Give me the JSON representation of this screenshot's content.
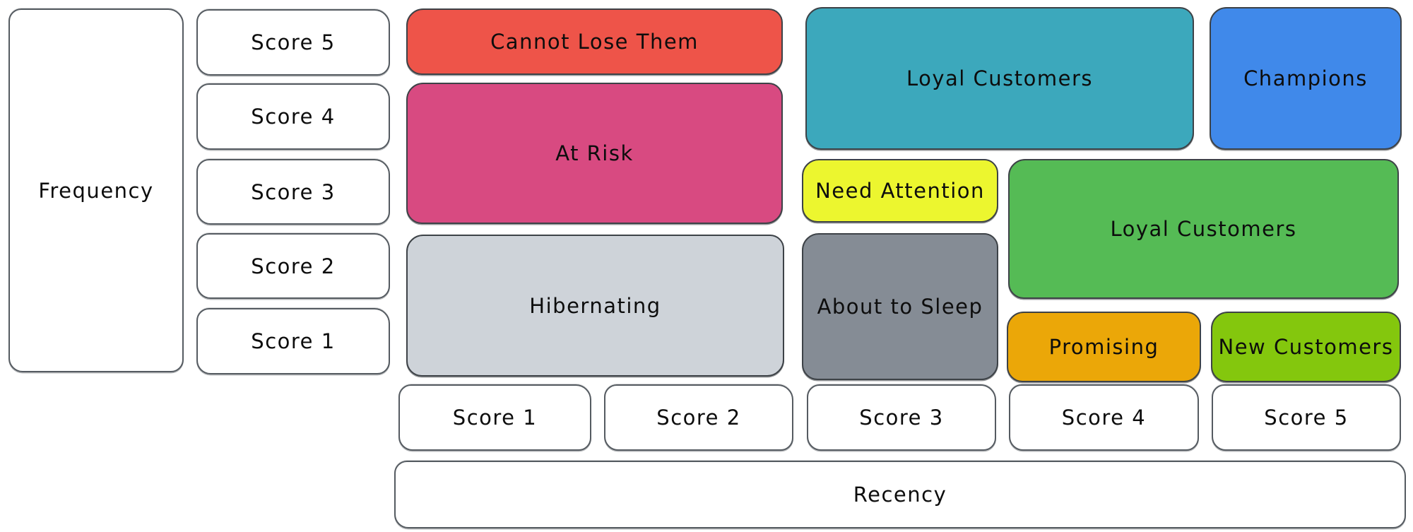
{
  "axes": {
    "frequency_label": "Frequency",
    "recency_label": "Recency",
    "frequency_scores": [
      "Score 5",
      "Score 4",
      "Score 3",
      "Score 2",
      "Score 1"
    ],
    "recency_scores": [
      "Score 1",
      "Score 2",
      "Score 3",
      "Score 4",
      "Score 5"
    ]
  },
  "segments": [
    {
      "label": "Cannot Lose Them",
      "color": "#ee5449",
      "frequency_span": "5",
      "recency_span": "1-2"
    },
    {
      "label": "At Risk",
      "color": "#d84a81",
      "frequency_span": "3-4",
      "recency_span": "1-2"
    },
    {
      "label": "Hibernating",
      "color": "#ced3d9",
      "frequency_span": "1-2",
      "recency_span": "1-2"
    },
    {
      "label": "Loyal Customers",
      "color": "#3ca8bc",
      "frequency_span": "4-5",
      "recency_span": "3-4"
    },
    {
      "label": "Champions",
      "color": "#4089ea",
      "frequency_span": "4-5",
      "recency_span": "5"
    },
    {
      "label": "Need Attention",
      "color": "#ecf62f",
      "frequency_span": "3",
      "recency_span": "3"
    },
    {
      "label": "About to Sleep",
      "color": "#858c95",
      "frequency_span": "1-2",
      "recency_span": "3"
    },
    {
      "label": "Loyal Customers",
      "color": "#55bb55",
      "frequency_span": "2-3",
      "recency_span": "4-5"
    },
    {
      "label": "Promising",
      "color": "#eba708",
      "frequency_span": "1",
      "recency_span": "4"
    },
    {
      "label": "New Customers",
      "color": "#84c70d",
      "frequency_span": "1",
      "recency_span": "5"
    }
  ],
  "colors": {
    "background": "#ffffff",
    "outline": "#3d4247",
    "text": "#0d0d0d"
  }
}
